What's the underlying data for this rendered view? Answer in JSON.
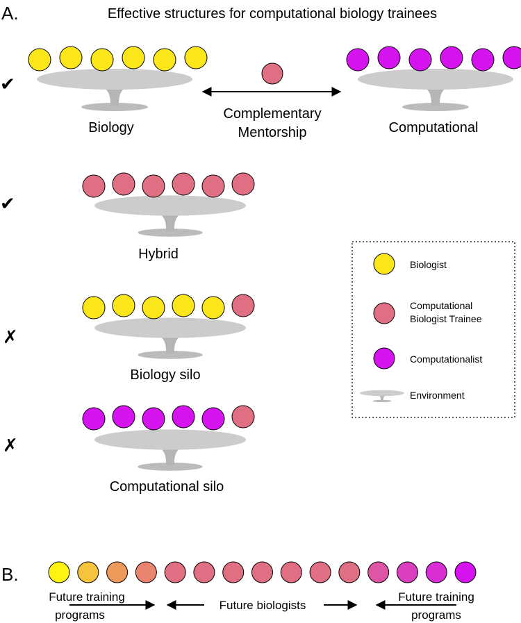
{
  "colors": {
    "biologist": "#fbe61a",
    "trainee": "#e06f83",
    "computationalist": "#d513ee",
    "environment": "#cccccc",
    "check": "#5aa044",
    "cross": "#d01c1c",
    "gradient": [
      "#fff314",
      "#f5c43c",
      "#ed9a5b",
      "#e88470",
      "#e06f83",
      "#e06f83",
      "#e06f83",
      "#e06f83",
      "#e06f83",
      "#e06f83",
      "#e06f83",
      "#de55a6",
      "#d93fbe",
      "#d82ed4",
      "#d513ee"
    ]
  },
  "panel_a": {
    "label": "A.",
    "title": "Effective structures for computational biology trainees",
    "bridge_label_1": "Complementary",
    "bridge_label_2": "Mentorship",
    "groups": [
      {
        "label": "Biology",
        "mark": "✔",
        "mark_type": "check",
        "people": [
          "biologist",
          "biologist",
          "biologist",
          "biologist",
          "biologist",
          "biologist"
        ]
      },
      {
        "label": "Computational",
        "mark": "",
        "mark_type": "none",
        "people": [
          "computationalist",
          "computationalist",
          "computationalist",
          "computationalist",
          "computationalist",
          "computationalist"
        ]
      },
      {
        "label": "Hybrid",
        "mark": "✔",
        "mark_type": "check",
        "people": [
          "trainee",
          "trainee",
          "trainee",
          "trainee",
          "trainee",
          "trainee"
        ]
      },
      {
        "label": "Biology silo",
        "mark": "✗",
        "mark_type": "cross",
        "people": [
          "biologist",
          "biologist",
          "biologist",
          "biologist",
          "biologist",
          "trainee"
        ]
      },
      {
        "label": "Computational silo",
        "mark": "✗",
        "mark_type": "cross",
        "people": [
          "computationalist",
          "computationalist",
          "computationalist",
          "computationalist",
          "computationalist",
          "trainee"
        ]
      }
    ],
    "legend": {
      "biologist": "Biologist",
      "trainee_line1": "Computational",
      "trainee_line2": "Biologist Trainee",
      "computationalist": "Computationalist",
      "environment": "Environment"
    }
  },
  "panel_b": {
    "label": "B.",
    "left_line1": "Future training",
    "left_line2": "programs",
    "center": "Future biologists",
    "right_line1": "Future training",
    "right_line2": "programs"
  }
}
